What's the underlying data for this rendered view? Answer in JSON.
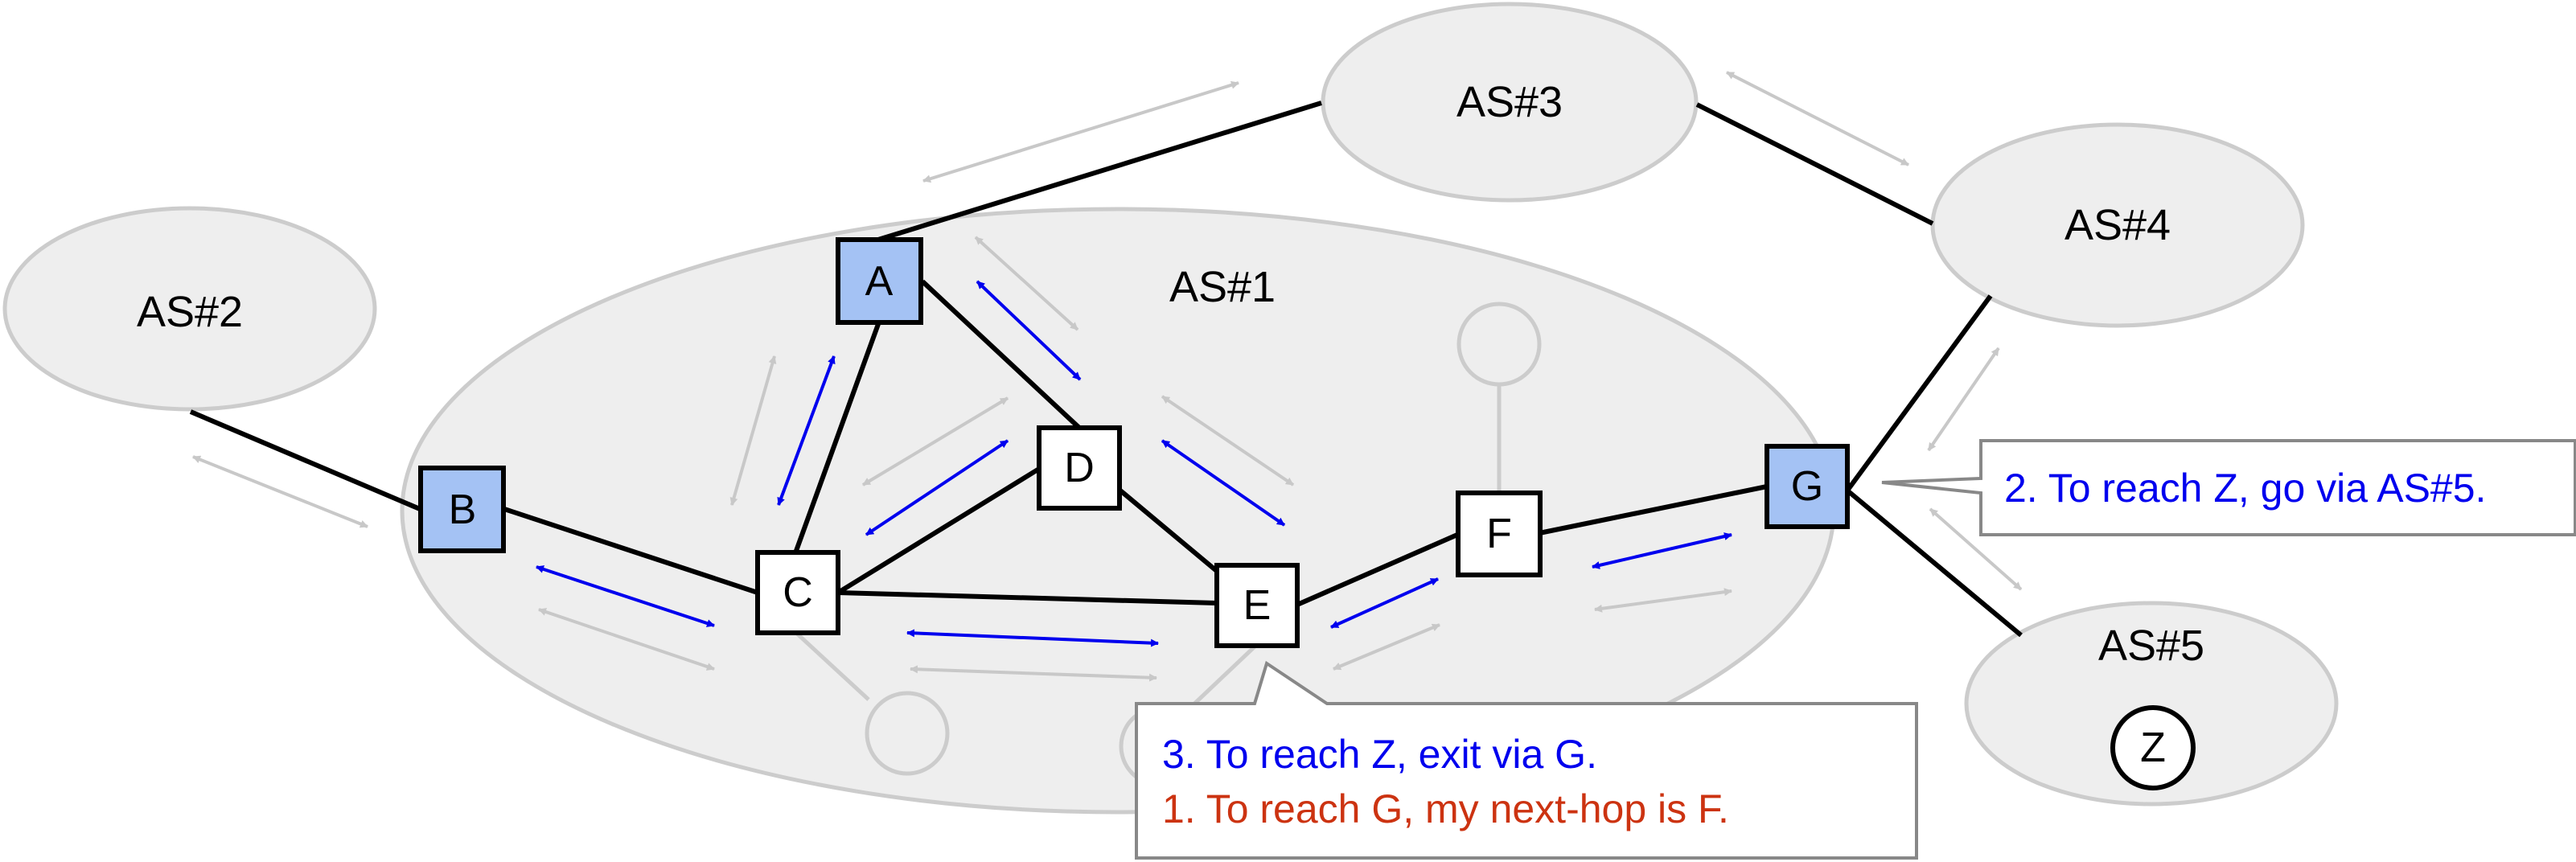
{
  "colors": {
    "as_fill": "#eeeeee",
    "as_stroke": "#cccccc",
    "border_router_fill": "#a4c2f4",
    "internal_router_fill": "#ffffff",
    "link": "#000000",
    "ibgp_arrow": "#0000ee",
    "background_arrow": "#c8c8c8",
    "callout_blue": "#0000ee",
    "callout_red": "#cc3311"
  },
  "autonomous_systems": {
    "as1": "AS#1",
    "as2": "AS#2",
    "as3": "AS#3",
    "as4": "AS#4",
    "as5": "AS#5"
  },
  "routers": {
    "a": "A",
    "b": "B",
    "c": "C",
    "d": "D",
    "e": "E",
    "f": "F",
    "g": "G"
  },
  "destination": "Z",
  "callouts": {
    "g_advertisement": "2. To reach Z, go via AS#5.",
    "e_exit": "3. To reach Z, exit via G.",
    "e_next_hop": "1. To reach G, my next-hop is F."
  }
}
